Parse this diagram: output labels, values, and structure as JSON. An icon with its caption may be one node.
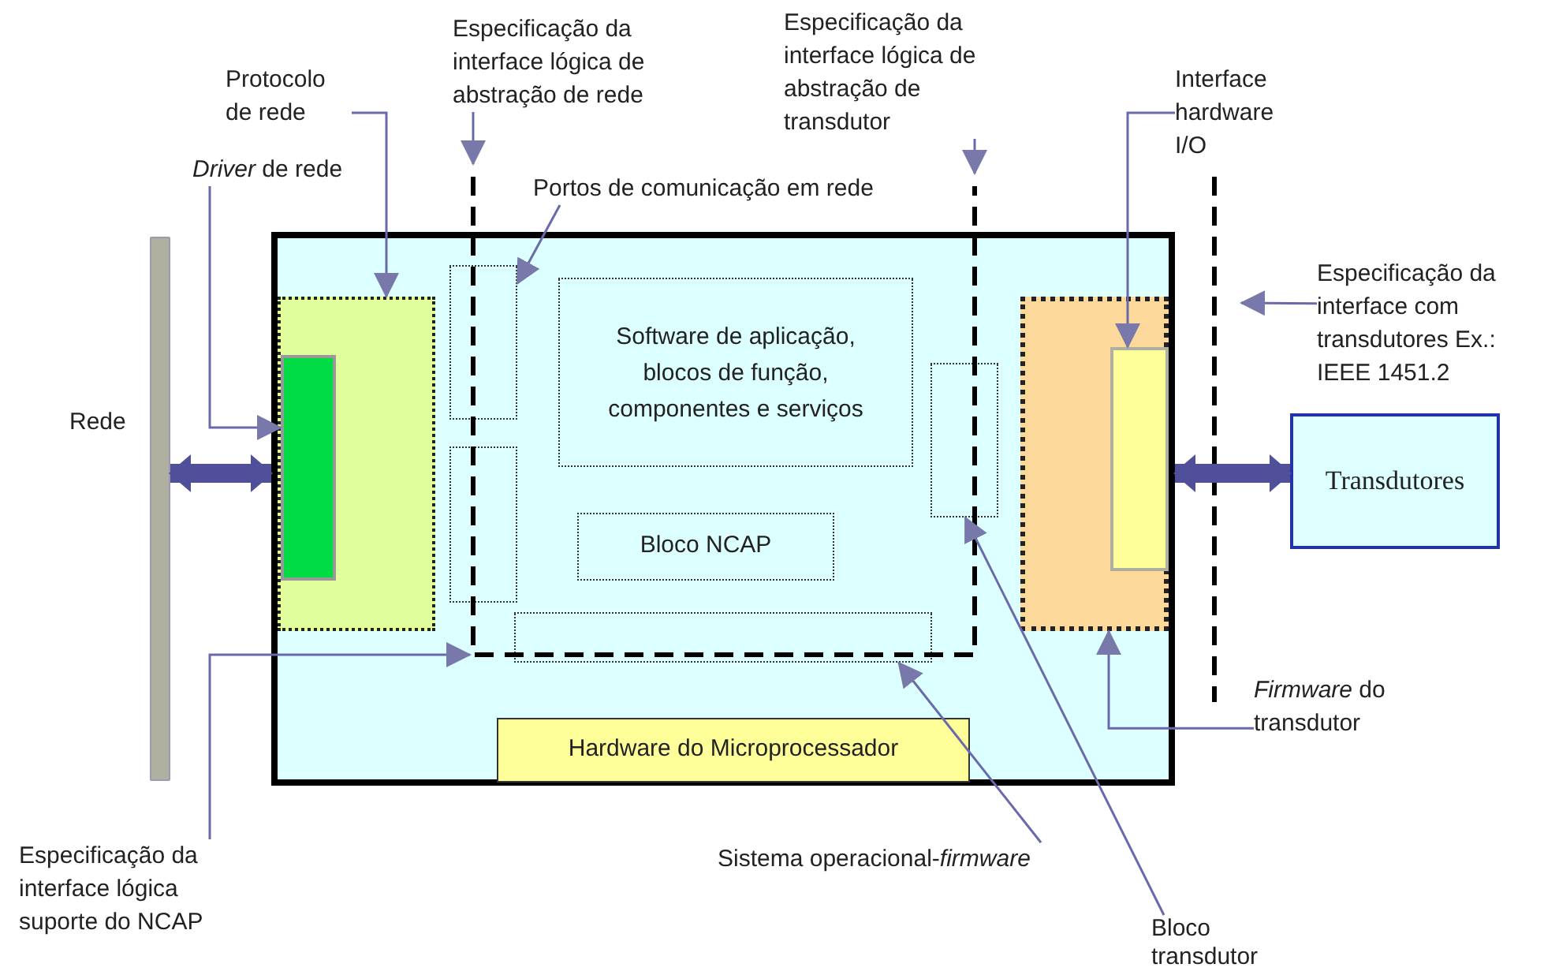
{
  "diagram": {
    "nodes": [
      {
        "text": [
          "Especificação da interface lógica de abstração de rede"
        ]
      },
      {
        "text": [
          "Especificação da interface lógica de abstração de transdutor"
        ]
      },
      {
        "text": [
          "Protocolo de rede"
        ]
      },
      {
        "text": [
          "Interface hardware I/O"
        ]
      },
      {
        "text": [
          "*Driver* de rede"
        ]
      },
      {
        "text": [
          "Portos de comunicação em rede"
        ]
      },
      {
        "text": [
          "Especificação da interface com transdutores Ex.: IEEE 1451.2"
        ]
      },
      {
        "text": [],
        "shape": "bar",
        "beside": [
          "Rede"
        ]
      },
      {
        "text": [],
        "shape": "box"
      },
      {
        "text": [],
        "shape": "box",
        "in": 8
      },
      {
        "text": [],
        "shape": "box",
        "in": 9
      },
      {
        "text": [],
        "shape": "box",
        "in": 8
      },
      {
        "text": [
          "Software de aplicação, blocos de função, componentes e serviços"
        ],
        "in": 8
      },
      {
        "text": [],
        "shape": "box",
        "in": 8
      },
      {
        "text": [],
        "shape": "box",
        "in": 8
      },
      {
        "text": [],
        "shape": "box",
        "in": 8
      },
      {
        "text": [],
        "shape": "box",
        "in": 15
      },
      {
        "text": [
          "Bloco NCAP"
        ],
        "in": 8
      },
      {
        "text": [],
        "shape": "box",
        "in": 8
      },
      {
        "text": [
          "Hardware do Microprocessador"
        ],
        "in": 8
      },
      {
        "text": [
          "Transdutores"
        ]
      },
      {
        "text": [
          "Especificação da interface lógica suporte do NCAP"
        ]
      },
      {
        "text": [
          "Sistema operacional-*firmware*"
        ]
      },
      {
        "text": [
          "*Firmware* do transdutor"
        ]
      },
      {
        "text": [
          "Bloco transdutor"
        ]
      }
    ],
    "edges": [
      {
        "from": 0,
        "to": null,
        "arrow": "to"
      },
      {
        "from": 1,
        "to": null,
        "arrow": "to"
      },
      {
        "from": 2,
        "to": 9,
        "arrow": "to"
      },
      {
        "from": 3,
        "to": 16,
        "arrow": "to"
      },
      {
        "from": 4,
        "to": 10,
        "arrow": "to"
      },
      {
        "from": 5,
        "to": 11,
        "arrow": "to"
      },
      {
        "from": 6,
        "to": null,
        "arrow": "to"
      },
      {
        "from": 7,
        "to": 8,
        "arrow": "both",
        "style": "thick",
        "color": "#50509a"
      },
      {
        "from": 8,
        "to": 20,
        "arrow": "both",
        "style": "thick",
        "color": "#50509a"
      },
      {
        "from": 21,
        "to": null,
        "arrow": "to"
      },
      {
        "from": 22,
        "to": 18,
        "arrow": "to"
      },
      {
        "from": 24,
        "to": 14,
        "arrow": "to"
      },
      {
        "from": 23,
        "to": 15,
        "arrow": "to"
      }
    ]
  }
}
